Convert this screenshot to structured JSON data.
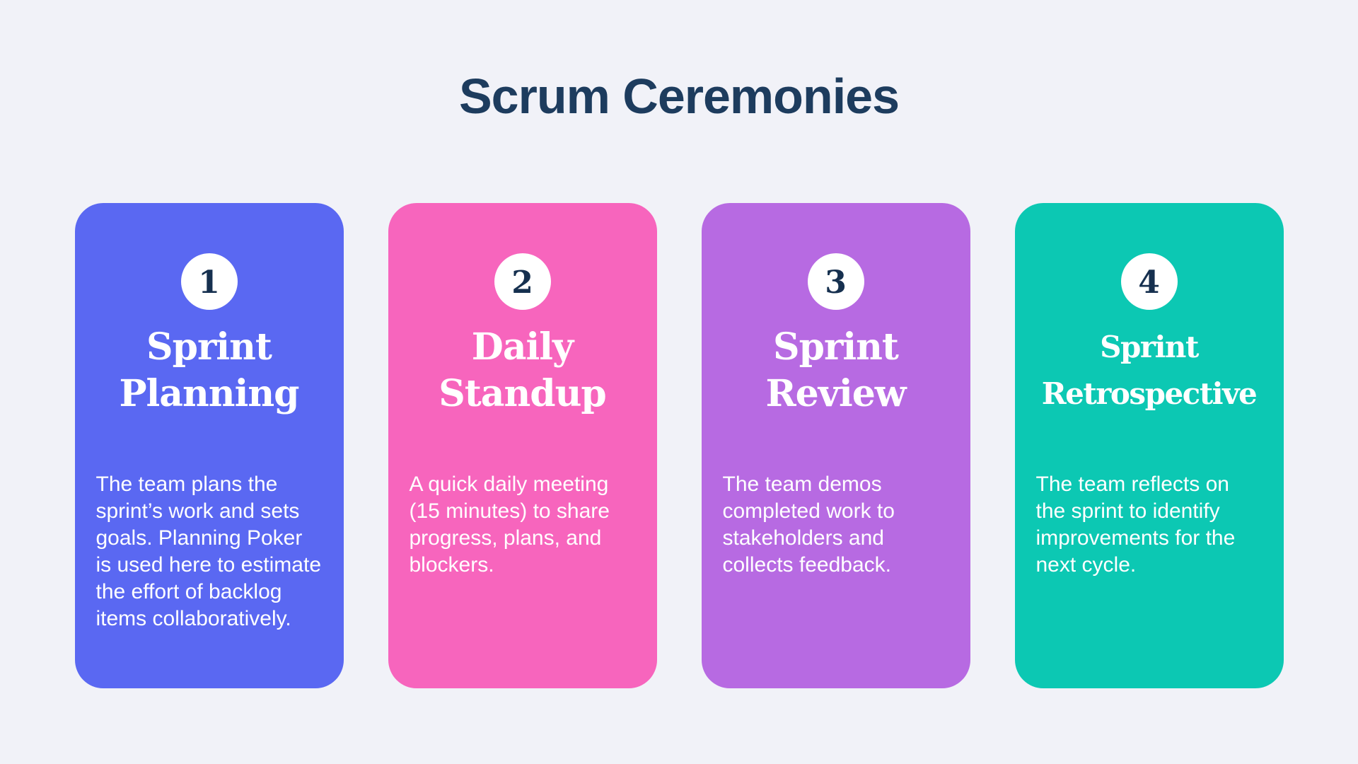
{
  "page": {
    "title": "Scrum Ceremonies"
  },
  "colors": {
    "background": "#F1F2F8",
    "title_navy": "#1D3C5E",
    "badge_number_navy": "#16304F",
    "badge_background": "#FFFFFF",
    "card_text": "#FFFFFF"
  },
  "cards": [
    {
      "number": "1",
      "title": "Sprint\nPlanning",
      "description": "The team plans the sprint’s work and sets goals. Planning Poker is used here to estimate the effort of backlog items collaboratively.",
      "color": "#5A68F2"
    },
    {
      "number": "2",
      "title": "Daily\nStandup",
      "description": "A quick daily meeting (15 minutes) to share progress, plans, and blockers.",
      "color": "#F765BD"
    },
    {
      "number": "3",
      "title": "Sprint\nReview",
      "description": "The team demos completed work to stakeholders and collects feedback.",
      "color": "#B76AE2"
    },
    {
      "number": "4",
      "title": "Sprint\nRetrospective",
      "description": "The team reflects on the sprint to identify improvements for the next cycle.",
      "color": "#0CC8B3"
    }
  ]
}
